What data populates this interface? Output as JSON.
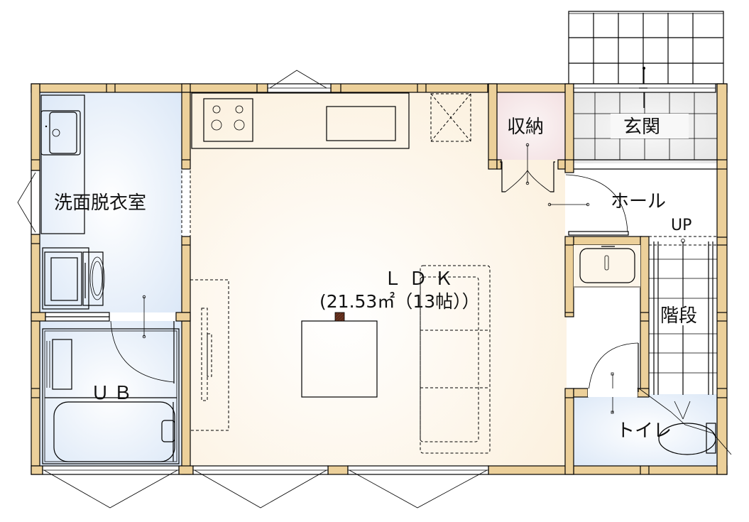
{
  "floor_plan": {
    "rooms": [
      {
        "id": "washroom",
        "label": "洗面脱衣室"
      },
      {
        "id": "unit-bath",
        "label": "ＵＢ"
      },
      {
        "id": "ldk",
        "label": "ＬＤＫ",
        "area": "(21.53㎡（13帖））"
      },
      {
        "id": "storage",
        "label": "収納"
      },
      {
        "id": "entrance",
        "label": "玄関"
      },
      {
        "id": "hall",
        "label": "ホール"
      },
      {
        "id": "stairs",
        "label": "階段",
        "direction": "UP"
      },
      {
        "id": "toilet",
        "label": "トイレ"
      }
    ],
    "colors": {
      "wall": "#ecd09a",
      "ldk_floor": "#fdf6ea",
      "wet_area_floor": "#e4eef9",
      "storage_floor": "#f6e8ea",
      "entrance_floor": "#ececec",
      "hall_floor": "#ffffff",
      "column_marker": "#5a2a1a"
    }
  }
}
